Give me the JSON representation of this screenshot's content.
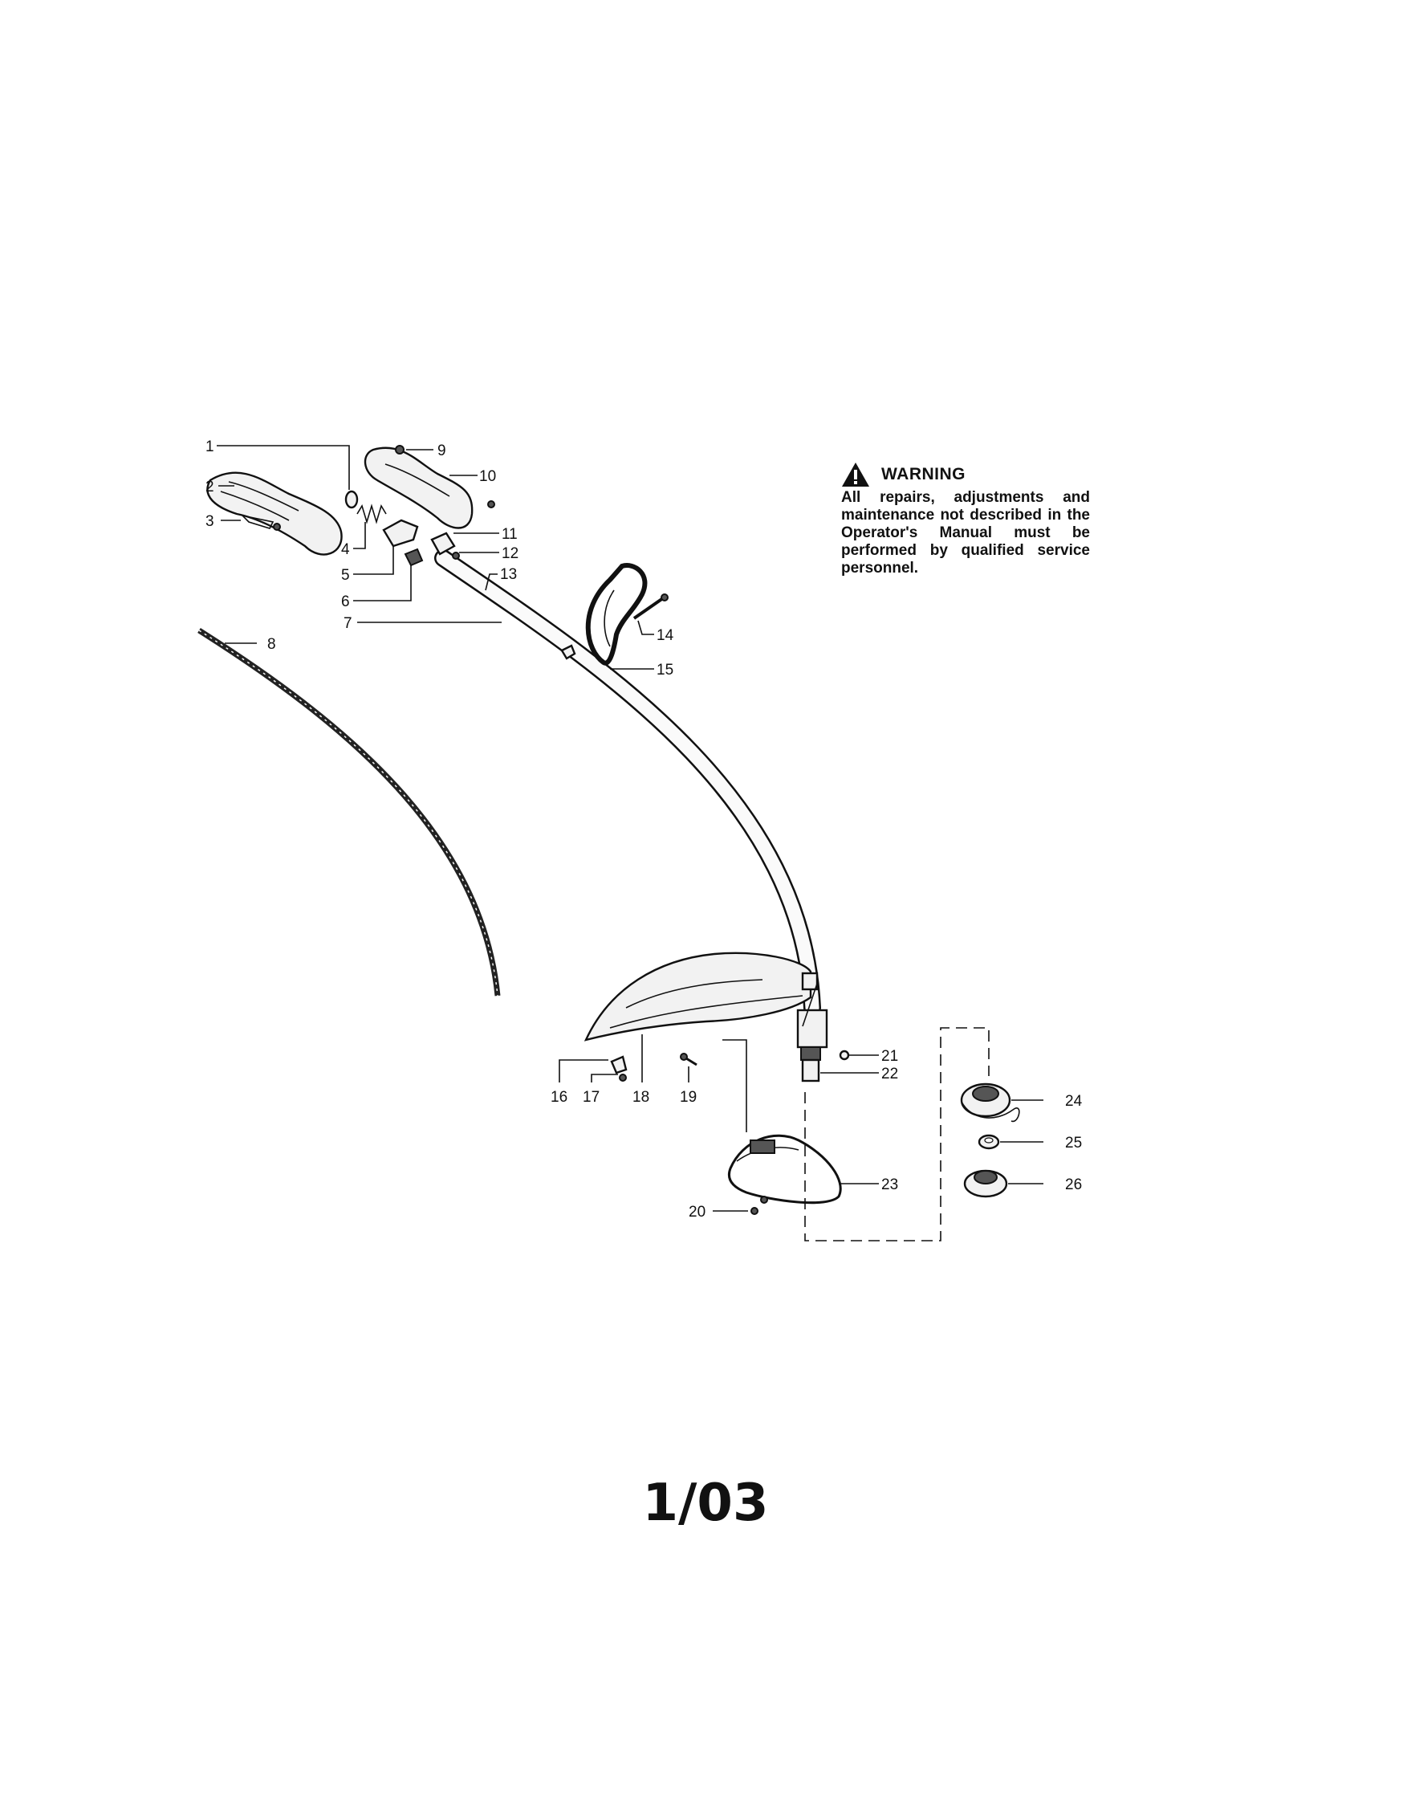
{
  "warning": {
    "title": "WARNING",
    "text": "All repairs, adjustments and maintenance not described in the Operator's Manual must be performed by qualified service personnel.",
    "icon": "warning-triangle-icon"
  },
  "page_number": "1/03",
  "callouts": [
    {
      "id": "1",
      "label": "1"
    },
    {
      "id": "2",
      "label": "2"
    },
    {
      "id": "3",
      "label": "3"
    },
    {
      "id": "4",
      "label": "4"
    },
    {
      "id": "5",
      "label": "5"
    },
    {
      "id": "6",
      "label": "6"
    },
    {
      "id": "7",
      "label": "7"
    },
    {
      "id": "8",
      "label": "8"
    },
    {
      "id": "9",
      "label": "9"
    },
    {
      "id": "10",
      "label": "10"
    },
    {
      "id": "11",
      "label": "11"
    },
    {
      "id": "12",
      "label": "12"
    },
    {
      "id": "13",
      "label": "13"
    },
    {
      "id": "14",
      "label": "14"
    },
    {
      "id": "15",
      "label": "15"
    },
    {
      "id": "16",
      "label": "16"
    },
    {
      "id": "17",
      "label": "17"
    },
    {
      "id": "18",
      "label": "18"
    },
    {
      "id": "19",
      "label": "19"
    },
    {
      "id": "20",
      "label": "20"
    },
    {
      "id": "21",
      "label": "21"
    },
    {
      "id": "22",
      "label": "22"
    },
    {
      "id": "23",
      "label": "23"
    },
    {
      "id": "24",
      "label": "24"
    },
    {
      "id": "25",
      "label": "25"
    },
    {
      "id": "26",
      "label": "26"
    }
  ]
}
